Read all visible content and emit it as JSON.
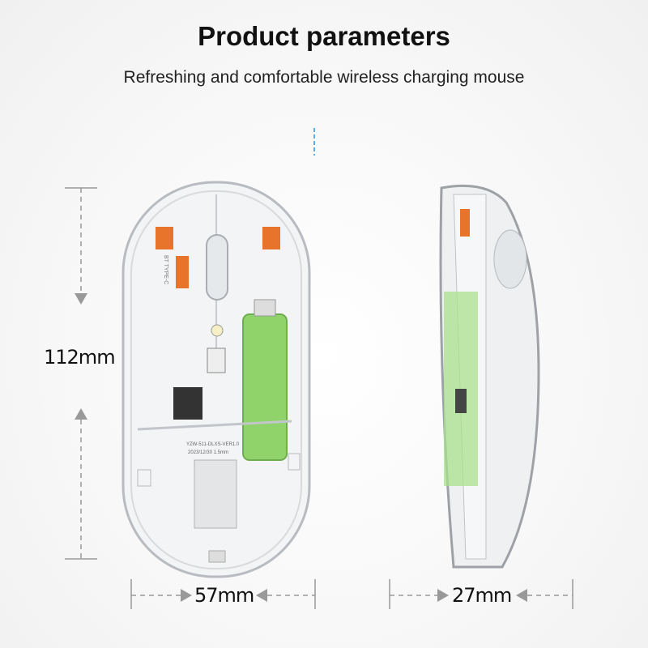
{
  "header": {
    "title": "Product parameters",
    "subtitle": "Refreshing and comfortable wireless charging mouse"
  },
  "dimensions": {
    "length": "112mm",
    "width": "57mm",
    "height": "27mm"
  },
  "board_text": {
    "model": "YZW-511-DLXS-VER1.0",
    "date": "2023/12/30  1.5mm",
    "port_label": "BT TYPE-C"
  },
  "colors": {
    "accent_orange": "#e8742c",
    "battery_green": "#8fd36a",
    "dimension_gray": "#999999",
    "marker_blue": "#5aaee0"
  }
}
